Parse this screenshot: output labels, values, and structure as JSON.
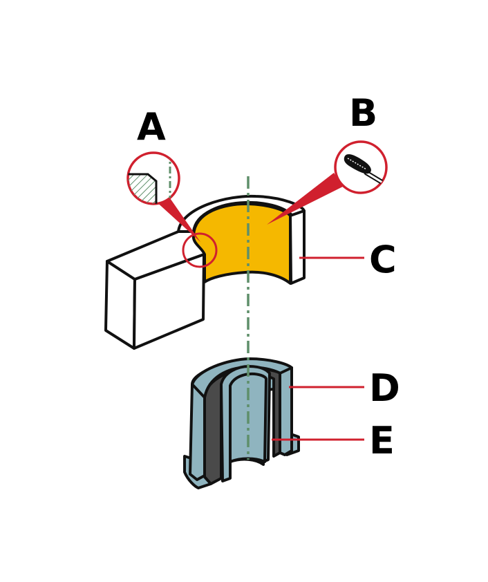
{
  "labels": {
    "a": "A",
    "b": "B",
    "c": "C",
    "d": "D",
    "e": "E"
  },
  "colors": {
    "outline": "#111111",
    "callout_red": "#d0202e",
    "bearing_surface": "#f5b800",
    "bushing_outer": "#8fb4bf",
    "bushing_core": "#4a4a4a",
    "axis_green": "#5f8f6a",
    "hatch_green": "#5f8f6a"
  },
  "icons": {
    "detail_a": "chamfer-section-icon",
    "detail_b": "brush-icon"
  }
}
